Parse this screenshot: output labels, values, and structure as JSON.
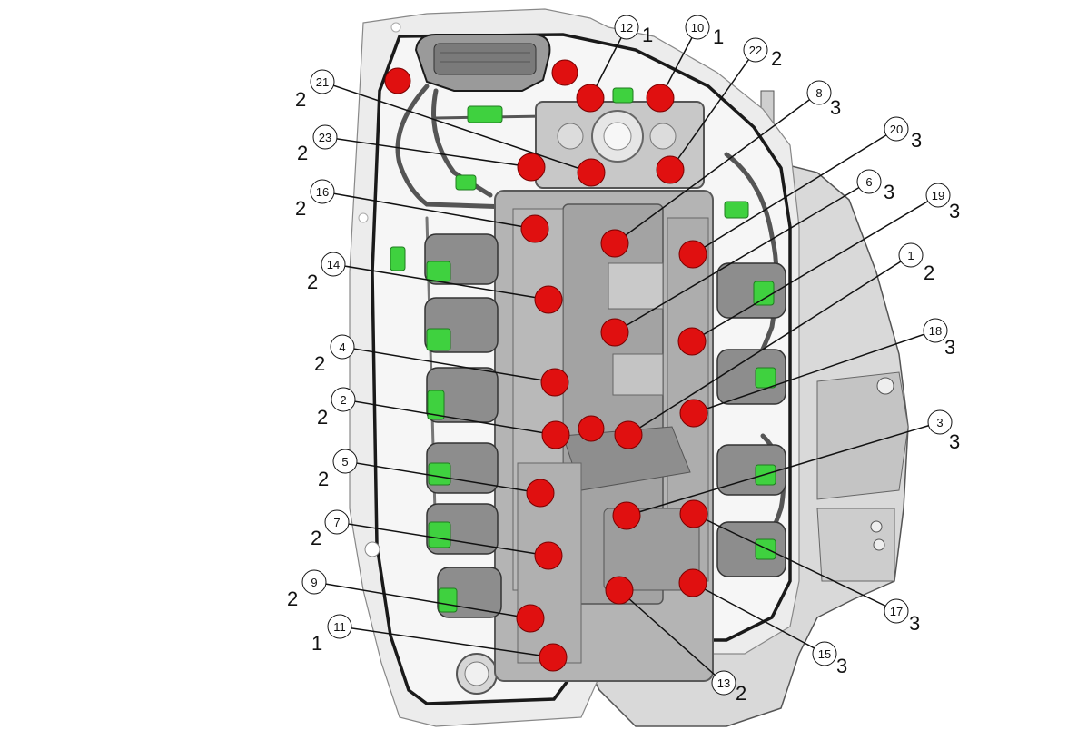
{
  "colors": {
    "bolt": "#e01010",
    "connector": "#3fd13f",
    "body": "#bdbdbd",
    "body_dark": "#7d7d7d",
    "outline": "#1a1a1a",
    "leader": "#111111"
  },
  "callouts": [
    {
      "id": "c12",
      "number": "12",
      "torque": "1"
    },
    {
      "id": "c10",
      "number": "10",
      "torque": "1"
    },
    {
      "id": "c22",
      "number": "22",
      "torque": "2"
    },
    {
      "id": "c8",
      "number": "8",
      "torque": "3"
    },
    {
      "id": "c20",
      "number": "20",
      "torque": "3"
    },
    {
      "id": "c6",
      "number": "6",
      "torque": "3"
    },
    {
      "id": "c19",
      "number": "19",
      "torque": "3"
    },
    {
      "id": "c1",
      "number": "1",
      "torque": "2"
    },
    {
      "id": "c18",
      "number": "18",
      "torque": "3"
    },
    {
      "id": "c3",
      "number": "3",
      "torque": "3"
    },
    {
      "id": "c17",
      "number": "17",
      "torque": "3"
    },
    {
      "id": "c15",
      "number": "15",
      "torque": "3"
    },
    {
      "id": "c13",
      "number": "13",
      "torque": "2"
    },
    {
      "id": "c21",
      "number": "21",
      "torque": "2"
    },
    {
      "id": "c23",
      "number": "23",
      "torque": "2"
    },
    {
      "id": "c16",
      "number": "16",
      "torque": "2"
    },
    {
      "id": "c14",
      "number": "14",
      "torque": "2"
    },
    {
      "id": "c4",
      "number": "4",
      "torque": "2"
    },
    {
      "id": "c2",
      "number": "2",
      "torque": "2"
    },
    {
      "id": "c5",
      "number": "5",
      "torque": "2"
    },
    {
      "id": "c7",
      "number": "7",
      "torque": "2"
    },
    {
      "id": "c9",
      "number": "9",
      "torque": "2"
    },
    {
      "id": "c11",
      "number": "11",
      "torque": "1"
    }
  ]
}
